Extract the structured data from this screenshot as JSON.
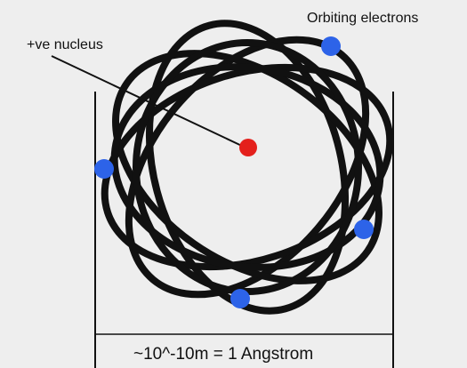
{
  "labels": {
    "nucleus": "+ve nucleus",
    "electrons": "Orbiting electrons",
    "scale": "~10^-10m = 1 Angstrom"
  },
  "colors": {
    "background": "#eeeeee",
    "orbit": "#111111",
    "nucleus": "#e4201c",
    "electron": "#2d63e8"
  }
}
